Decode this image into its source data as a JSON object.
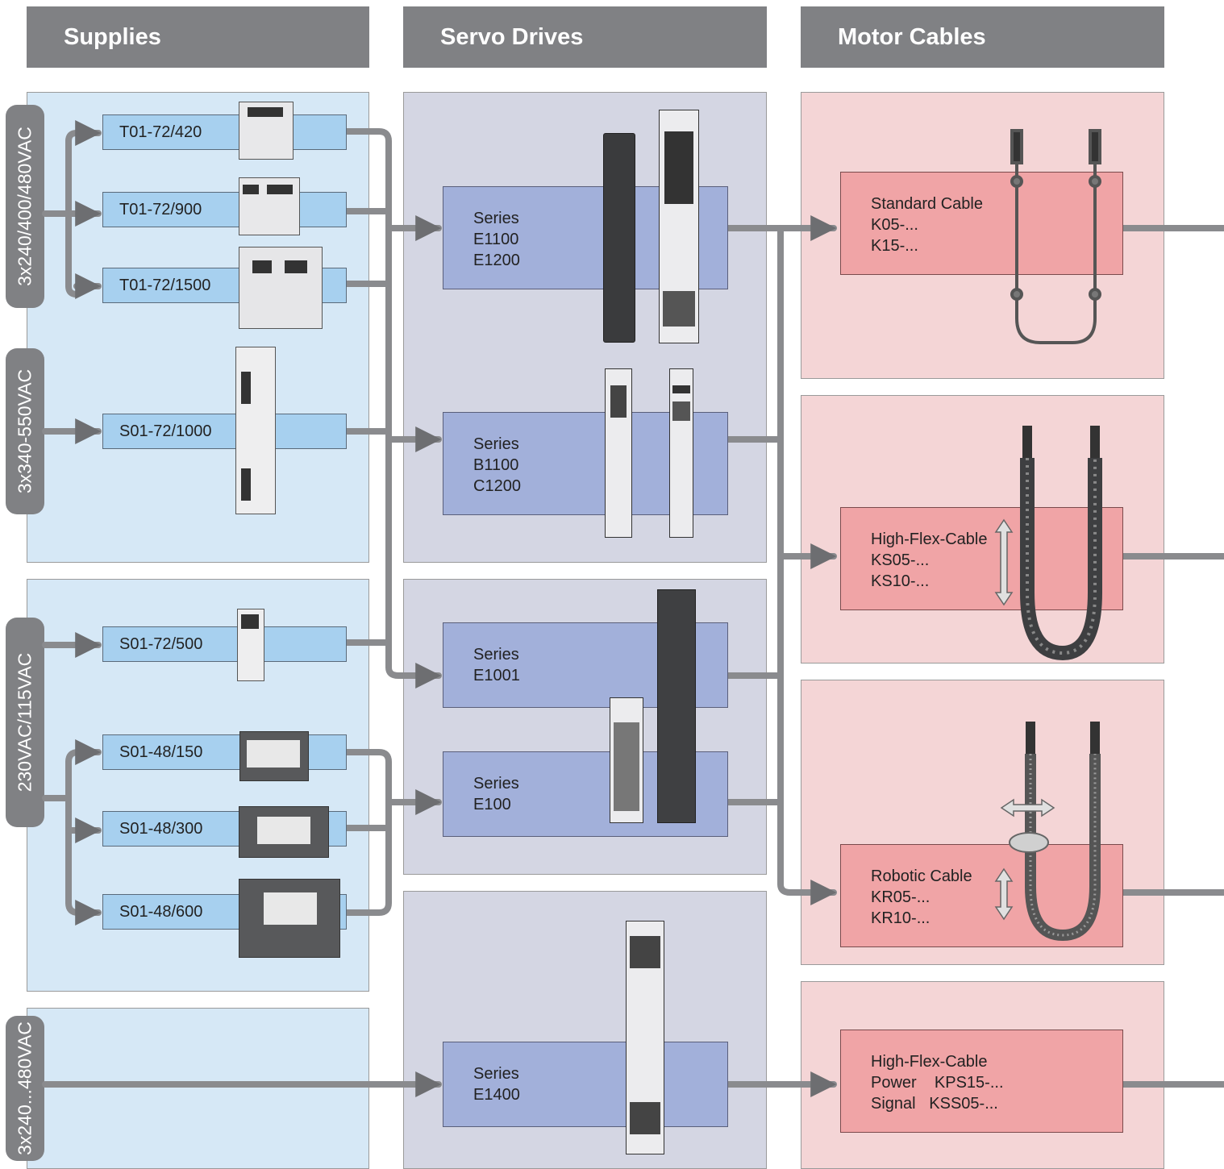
{
  "headers": {
    "supplies": "Supplies",
    "drives": "Servo Drives",
    "cables": "Motor Cables"
  },
  "voltages": [
    "3x240/400/480VAC",
    "3x340-550VAC",
    "230VAC/115VAC",
    "3x240...480VAC"
  ],
  "supplies": [
    "T01-72/420",
    "T01-72/900",
    "T01-72/1500",
    "S01-72/1000",
    "S01-72/500",
    "S01-48/150",
    "S01-48/300",
    "S01-48/600"
  ],
  "drives": [
    {
      "line1": "Series",
      "line2": "E1100",
      "line3": "E1200"
    },
    {
      "line1": "Series",
      "line2": "B1100",
      "line3": "C1200"
    },
    {
      "line1": "Series",
      "line2": "E1001",
      "line3": ""
    },
    {
      "line1": "Series",
      "line2": "E100",
      "line3": ""
    },
    {
      "line1": "Series",
      "line2": "E1400",
      "line3": ""
    }
  ],
  "cables": [
    {
      "line1": "Standard Cable",
      "line2": "K05-...",
      "line3": "K15-..."
    },
    {
      "line1": "High-Flex-Cable",
      "line2": "KS05-...",
      "line3": "KS10-..."
    },
    {
      "line1": "Robotic Cable",
      "line2": "KR05-...",
      "line3": "KR10-..."
    },
    {
      "line1": "High-Flex-Cable",
      "line2": "Power    KPS15-...",
      "line3": "Signal   KSS05-..."
    }
  ],
  "colors": {
    "header": "#808184",
    "supply_panel": "#d6e8f6",
    "supply_box": "#a7d0ef",
    "drive_panel": "#d4d6e3",
    "drive_box": "#a2b0da",
    "cable_panel": "#f4d5d6",
    "cable_box": "#f0a4a6",
    "connector": "#808184"
  }
}
